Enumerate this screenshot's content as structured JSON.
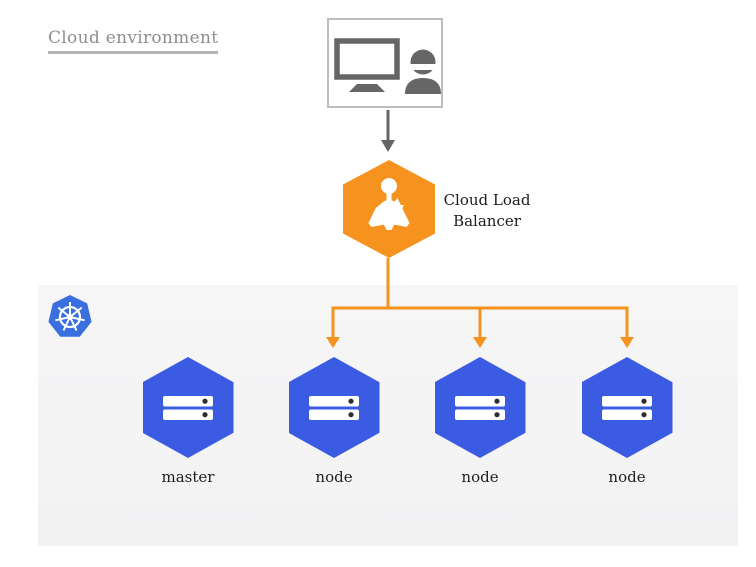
{
  "title": {
    "text": "Cloud environment"
  },
  "client": {
    "icons": [
      "monitor-icon",
      "person-icon"
    ]
  },
  "load_balancer": {
    "label_lines": [
      "Cloud Load",
      "Balancer"
    ],
    "icon": "load-balancer-icon"
  },
  "cluster": {
    "logo": "kubernetes-icon",
    "nodes": [
      {
        "label": "master",
        "icon": "server-icon"
      },
      {
        "label": "node",
        "icon": "server-icon"
      },
      {
        "label": "node",
        "icon": "server-icon"
      },
      {
        "label": "node",
        "icon": "server-icon"
      }
    ]
  },
  "colors": {
    "orange": "#f6921e",
    "node_blue": "#3a5be2",
    "kubernetes_blue": "#3a6fe0",
    "panel_background": "#f5f5f6",
    "arrow_gray": "#666666",
    "title_gray": "#8d8d8d",
    "label_text": "#1f1f1f",
    "client_box_border": "#bdbdbd"
  }
}
